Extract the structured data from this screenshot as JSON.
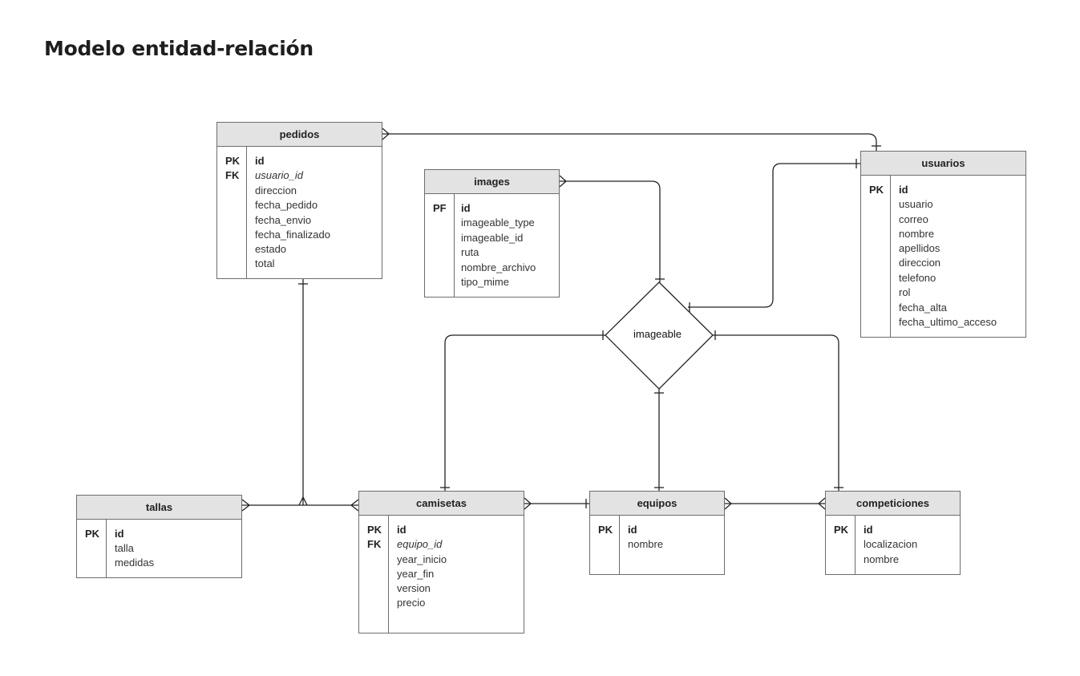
{
  "title": "Modelo entidad-relación",
  "relationship_label": "imageable",
  "entities": {
    "pedidos": {
      "name": "pedidos",
      "keys": [
        "PK",
        "FK"
      ],
      "fields": [
        "id",
        "usuario_id",
        "direccion",
        "fecha_pedido",
        "fecha_envio",
        "fecha_finalizado",
        "estado",
        "total"
      ]
    },
    "images": {
      "name": "images",
      "keys": [
        "PF"
      ],
      "fields": [
        "id",
        "imageable_type",
        "imageable_id",
        "ruta",
        "nombre_archivo",
        "tipo_mime"
      ]
    },
    "usuarios": {
      "name": "usuarios",
      "keys": [
        "PK"
      ],
      "fields": [
        "id",
        "usuario",
        "correo",
        "nombre",
        "apellidos",
        "direccion",
        "telefono",
        "rol",
        "fecha_alta",
        "fecha_ultimo_acceso"
      ]
    },
    "tallas": {
      "name": "tallas",
      "keys": [
        "PK"
      ],
      "fields": [
        "id",
        "talla",
        "medidas"
      ]
    },
    "camisetas": {
      "name": "camisetas",
      "keys": [
        "PK",
        "FK"
      ],
      "fields": [
        "id",
        "equipo_id",
        "year_inicio",
        "year_fin",
        "version",
        "precio"
      ]
    },
    "equipos": {
      "name": "equipos",
      "keys": [
        "PK"
      ],
      "fields": [
        "id",
        "nombre"
      ]
    },
    "competiciones": {
      "name": "competiciones",
      "keys": [
        "PK"
      ],
      "fields": [
        "id",
        "localizacion",
        "nombre"
      ]
    }
  }
}
